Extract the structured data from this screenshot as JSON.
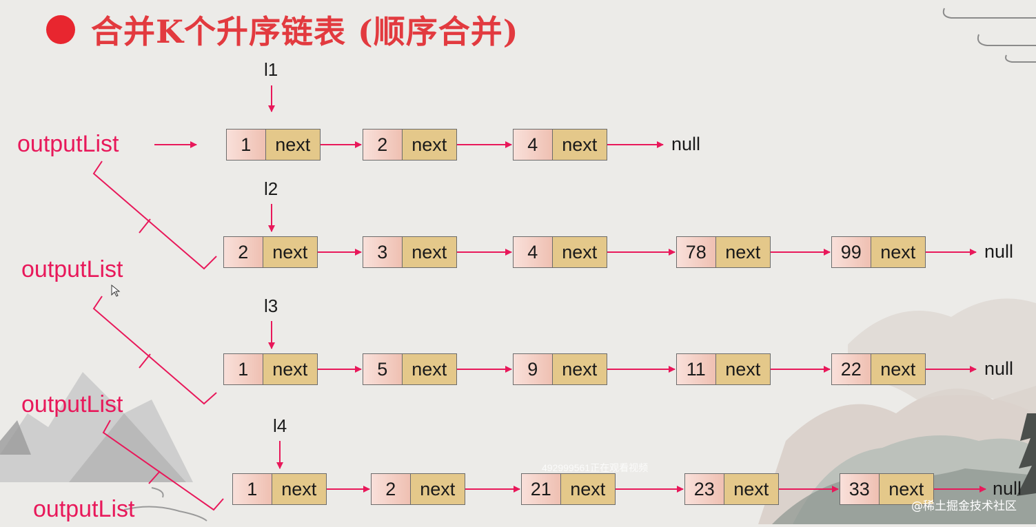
{
  "title": "合并K个升序链表 (顺序合并)",
  "node_next_label": "next",
  "null_label": "null",
  "output_label": "outputList",
  "lists": [
    {
      "pointer": "l1",
      "values": [
        "1",
        "2",
        "4"
      ]
    },
    {
      "pointer": "l2",
      "values": [
        "2",
        "3",
        "4",
        "78",
        "99"
      ]
    },
    {
      "pointer": "l3",
      "values": [
        "1",
        "5",
        "9",
        "11",
        "22"
      ]
    },
    {
      "pointer": "l4",
      "values": [
        "1",
        "2",
        "21",
        "23",
        "33"
      ]
    }
  ],
  "watermark": "492999561正在观看视频",
  "brand": "@稀土掘金技术社区",
  "colors": {
    "title": "#e23a3f",
    "accent": "#e8185a",
    "node_value_fill": "#f2c6b8",
    "node_next_fill": "#e4c88a",
    "background": "#ecebe8"
  }
}
